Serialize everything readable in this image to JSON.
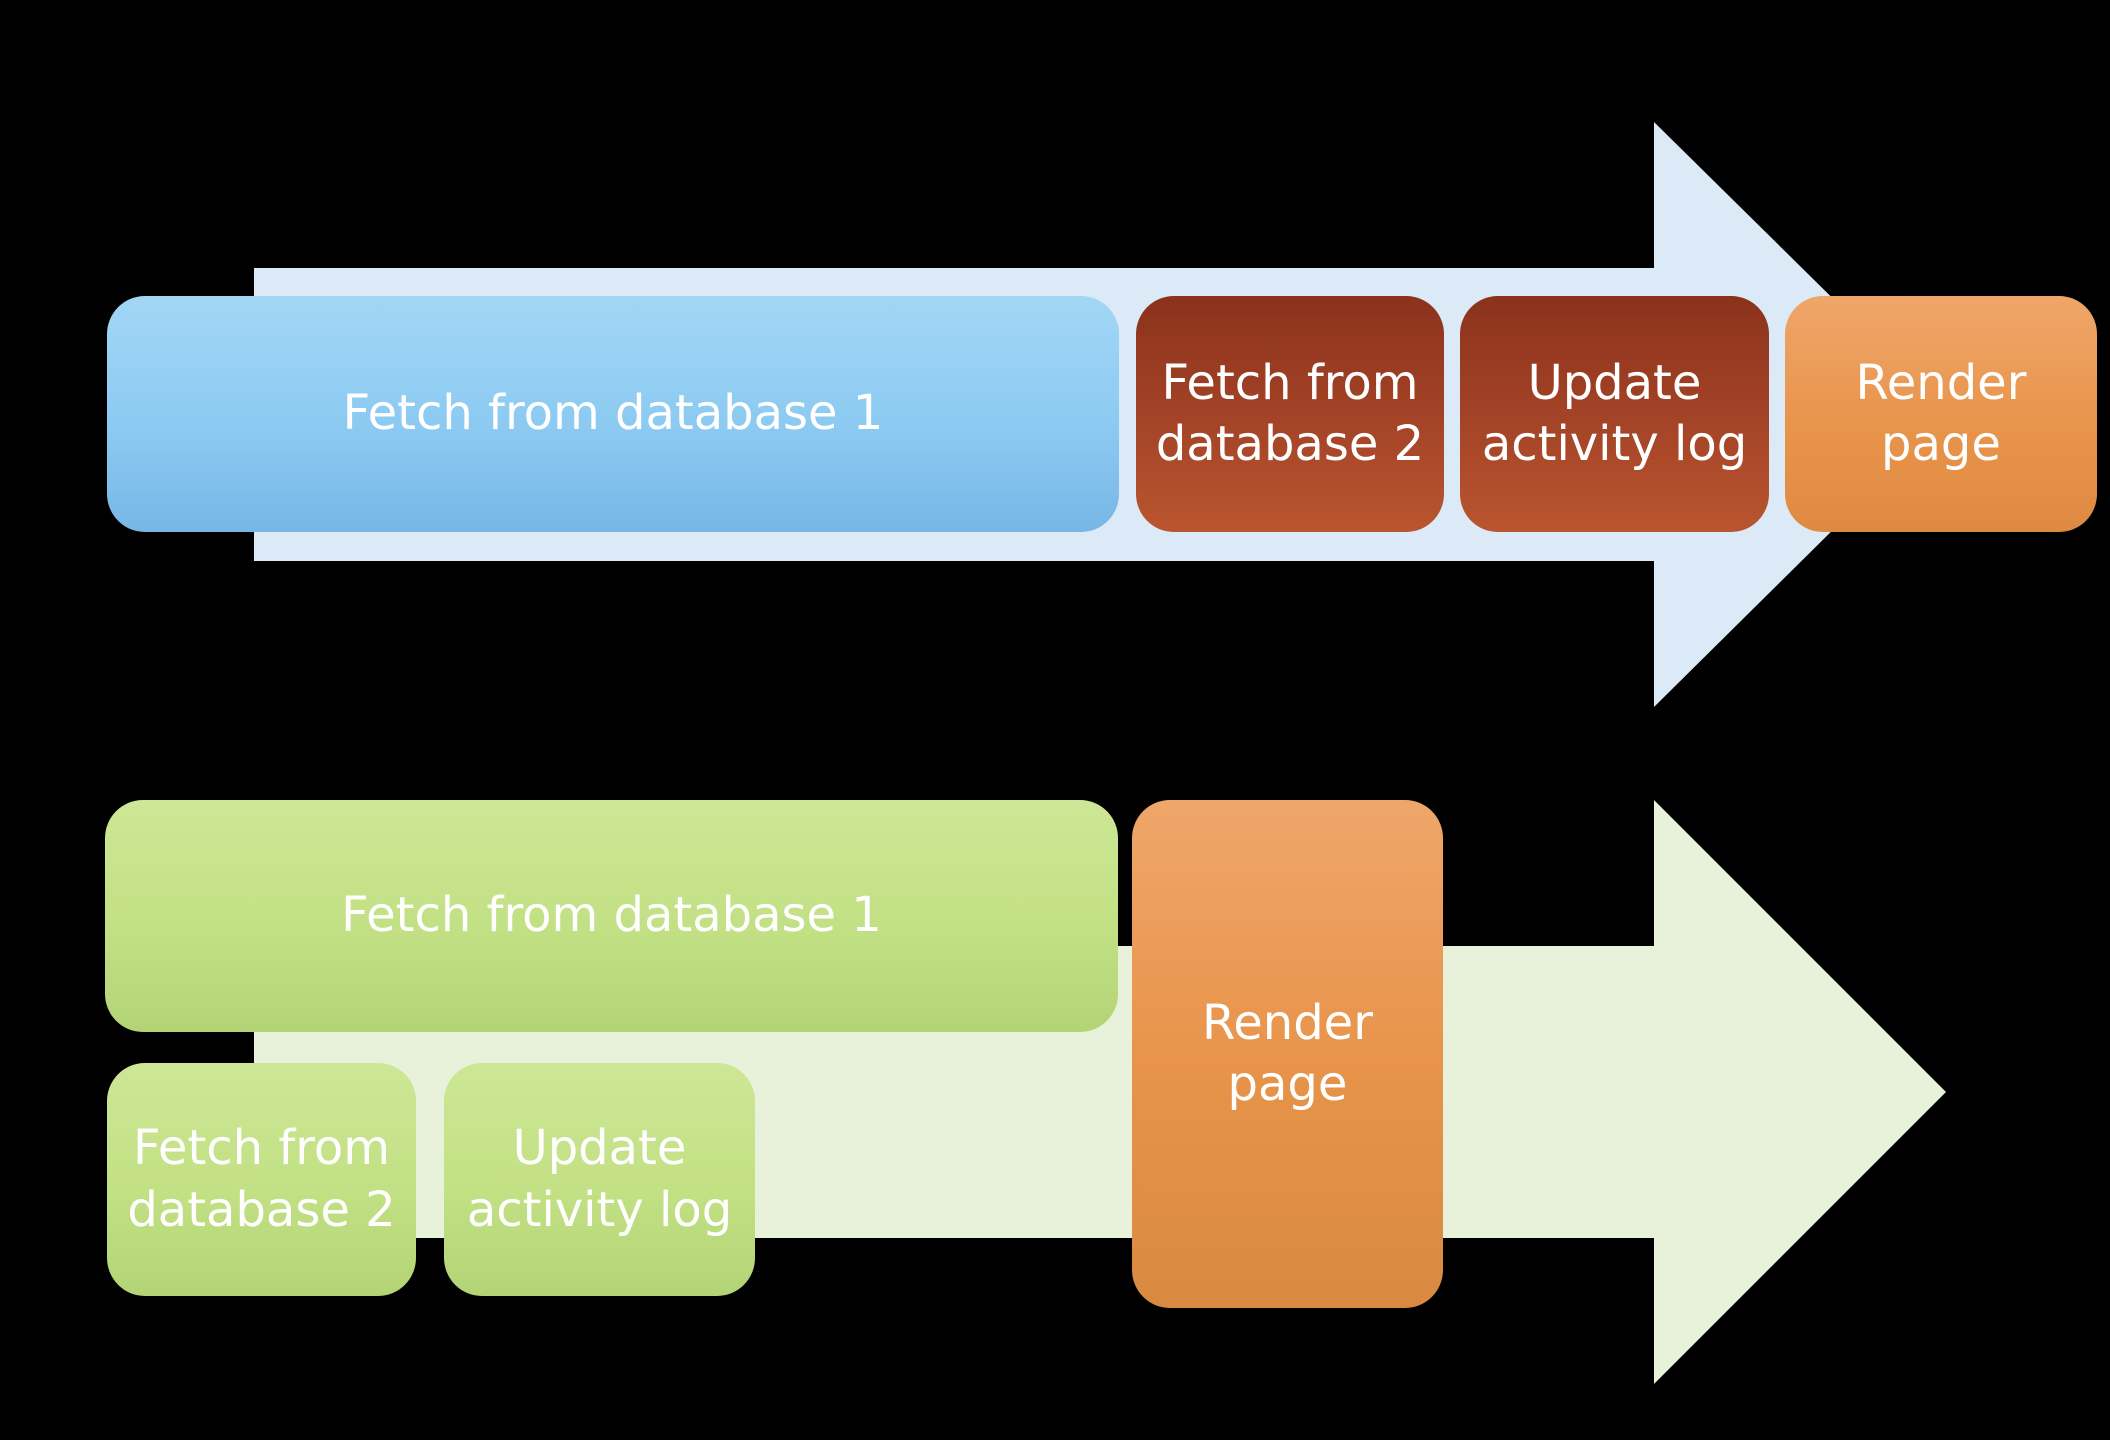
{
  "colors": {
    "background": "#000000",
    "top_arrow": "#dceaf8",
    "bottom_arrow": "#e8f2da",
    "blue_box": "#8ccaf2",
    "brown_box": "#a54427",
    "orange_box": "#e8944b",
    "green_box": "#c2e084",
    "text": "#ffffff"
  },
  "top_row": {
    "db1_label": "Fetch from database 1",
    "db2_label": "Fetch from\ndatabase 2",
    "log_label": "Update\nactivity log",
    "render_label": "Render\npage"
  },
  "bottom_row": {
    "db1_label": "Fetch from database 1",
    "db2_label": "Fetch from\ndatabase 2",
    "log_label": "Update\nactivity log",
    "render_label": "Render\npage"
  }
}
